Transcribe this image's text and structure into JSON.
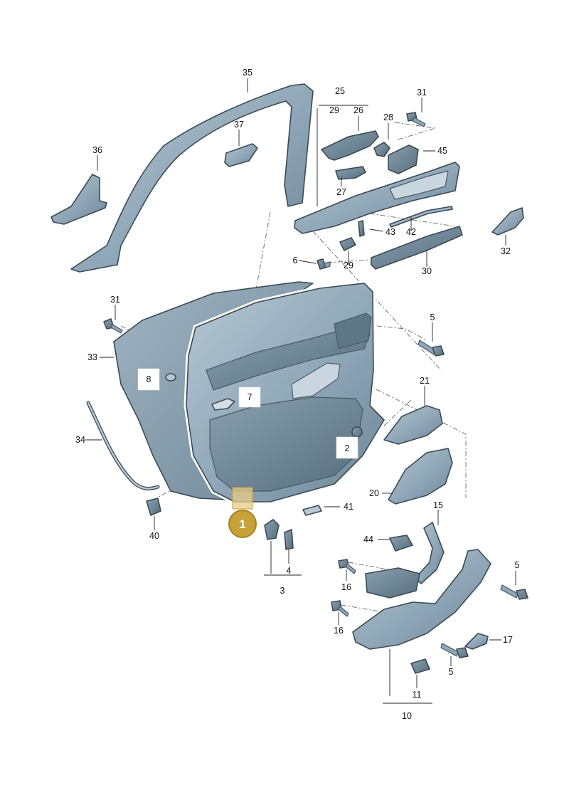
{
  "colors": {
    "part_fill": "#8ea6b7",
    "part_fill_light": "#b7c8d4",
    "part_fill_dark": "#6d8696",
    "outline": "#3b4a55",
    "badge": "#c9a13b",
    "badge_ring": "#a8821f",
    "highlight_box": "#e8cc84"
  },
  "callouts": {
    "c1": "1",
    "c2": "2",
    "c3": "3",
    "c4": "4",
    "c5a": "5",
    "c5b": "5",
    "c5c": "5",
    "c6": "6",
    "c7": "7",
    "c8": "8",
    "c10": "10",
    "c11": "11",
    "c15": "15",
    "c16a": "16",
    "c16b": "16",
    "c17": "17",
    "c20": "20",
    "c21": "21",
    "c25": "25",
    "c26": "26",
    "c27": "27",
    "c28": "28",
    "c29a": "29",
    "c29b": "29",
    "c30": "30",
    "c31a": "31",
    "c31b": "31",
    "c32": "32",
    "c33": "33",
    "c34": "34",
    "c35": "35",
    "c36": "36",
    "c37": "37",
    "c40": "40",
    "c41": "41",
    "c42": "42",
    "c43": "43",
    "c44": "44",
    "c45": "45"
  }
}
